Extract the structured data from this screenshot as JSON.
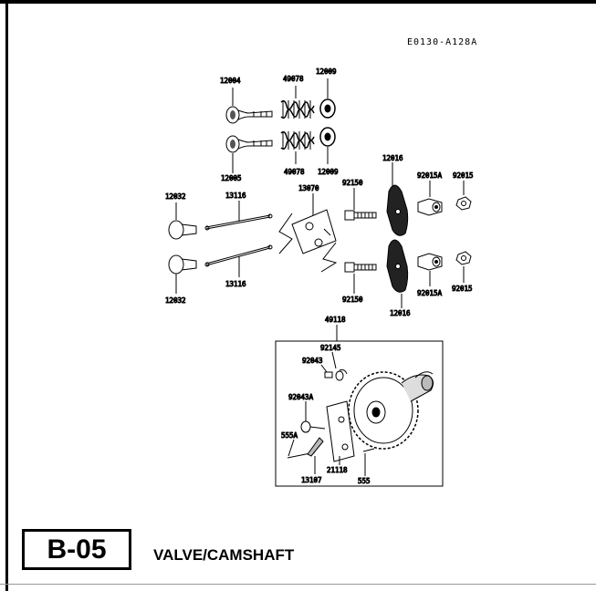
{
  "drawing_code": "E0130-A128A",
  "section": {
    "code": "B-05",
    "title": "VALVE/CAMSHAFT"
  },
  "part_numbers": {
    "p12004": "12004",
    "p49078a": "49078",
    "p12009a": "12009",
    "p12005": "12005",
    "p49078b": "49078",
    "p12009b": "12009",
    "p12016a": "12016",
    "p92015Aa": "92015A",
    "p92015a": "92015",
    "p12032a": "12032",
    "p13116a": "13116",
    "p13070": "13070",
    "p92150a": "92150",
    "p12032b": "12032",
    "p13116b": "13116",
    "p92150b": "92150",
    "p12016b": "12016",
    "p92015Ab": "92015A",
    "p92015b": "92015",
    "p49118": "49118",
    "p92145": "92145",
    "p92043": "92043",
    "p92043A": "92043A",
    "p555A": "555A",
    "p21118": "21118",
    "p13107": "13107",
    "p555": "555"
  }
}
